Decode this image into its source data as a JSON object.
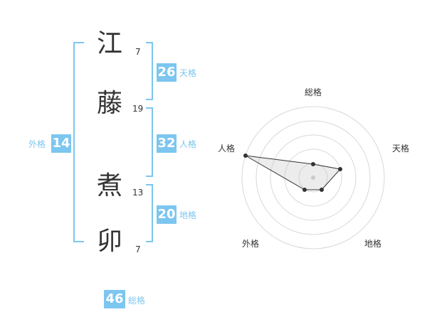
{
  "name": {
    "chars": [
      {
        "char": "江",
        "strokes": "7"
      },
      {
        "char": "藤",
        "strokes": "19"
      },
      {
        "char": "煮",
        "strokes": "13"
      },
      {
        "char": "卯",
        "strokes": "7"
      }
    ]
  },
  "fortune": {
    "tenkaku": {
      "value": "26",
      "label": "天格"
    },
    "jinkaku": {
      "value": "32",
      "label": "人格"
    },
    "chikaku": {
      "value": "20",
      "label": "地格"
    },
    "gaikaku": {
      "value": "14",
      "label": "外格"
    },
    "soukaku": {
      "value": "46",
      "label": "総格"
    }
  },
  "radar": {
    "labels": {
      "soukaku": "総格",
      "tenkaku": "天格",
      "chikaku": "地格",
      "gaikaku": "外格",
      "jinkaku": "人格"
    }
  },
  "colors": {
    "accent": "#7cc6f0",
    "text": "#333333",
    "grid": "#d8d8d8"
  }
}
